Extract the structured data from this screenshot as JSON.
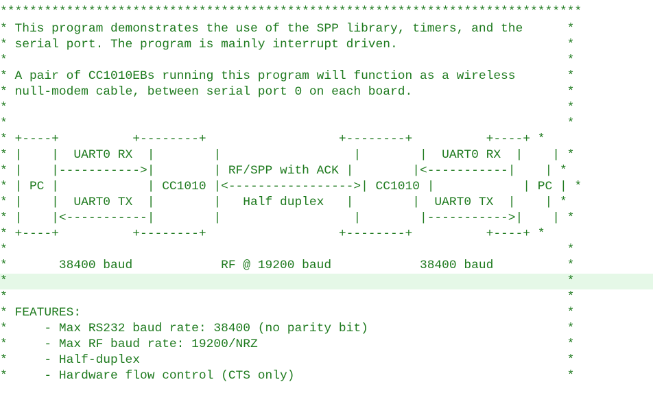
{
  "editor": {
    "comment_color": "#1e7a1e",
    "current_line_color": "#e5f8e7",
    "highlighted_line_index": 17,
    "lines": [
      "*******************************************************************************",
      "* This program demonstrates the use of the SPP library, timers, and the      *",
      "* serial port. The program is mainly interrupt driven.                       *",
      "*                                                                            *",
      "* A pair of CC1010EBs running this program will function as a wireless       *",
      "* null-modem cable, between serial port 0 on each board.                     *",
      "*                                                                            *",
      "*                                                                            *",
      "* +----+          +--------+                  +--------+          +----+ *",
      "* |    |  UART0 RX  |        |                  |        |  UART0 RX  |    | *",
      "* |    |----------->|        | RF/SPP with ACK |        |<-----------|    | *",
      "* | PC |            | CC1010 |<----------------->| CC1010 |            | PC | *",
      "* |    |  UART0 TX  |        |   Half duplex   |        |  UART0 TX  |    | *",
      "* |    |<-----------|        |                  |        |----------->|    | *",
      "* +----+          +--------+                  +--------+          +----+ *",
      "*                                                                            *",
      "*       38400 baud            RF @ 19200 baud            38400 baud          *",
      "*                                                                            *",
      "*                                                                            *",
      "* FEATURES:                                                                  *",
      "*     - Max RS232 baud rate: 38400 (no parity bit)                           *",
      "*     - Max RF baud rate: 19200/NRZ                                          *",
      "*     - Half-duplex                                                          *",
      "*     - Hardware flow control (CTS only)                                     *"
    ]
  }
}
